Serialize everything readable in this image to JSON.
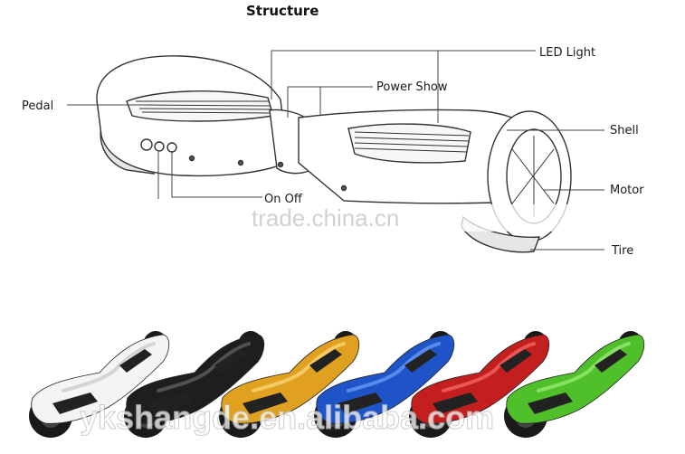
{
  "diagram": {
    "title": "Structure",
    "labels": {
      "led_light": "LED Light",
      "power_show": "Power Show",
      "pedal": "Pedal",
      "shell": "Shell",
      "motor": "Motor",
      "tire": "Tire",
      "on_off": "On Off"
    }
  },
  "watermarks": {
    "top": "trade.china.cn",
    "bottom": "ykshangde.en.alibaba.com"
  },
  "product_variants": [
    {
      "color_name": "white",
      "body": "#f4f4f4",
      "accent": "#d0d0d0"
    },
    {
      "color_name": "black",
      "body": "#1e1e1e",
      "accent": "#555555"
    },
    {
      "color_name": "gold",
      "body": "#e0a020",
      "accent": "#f6cf6a"
    },
    {
      "color_name": "blue",
      "body": "#1f54c8",
      "accent": "#5e8ff0"
    },
    {
      "color_name": "red",
      "body": "#c41f1f",
      "accent": "#ee5b5b"
    },
    {
      "color_name": "green",
      "body": "#4fc02a",
      "accent": "#8ee36a"
    }
  ]
}
